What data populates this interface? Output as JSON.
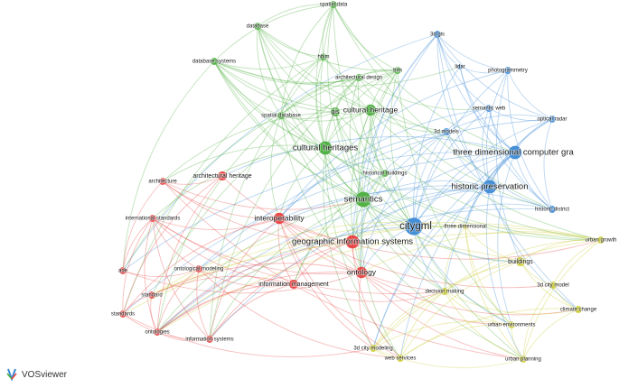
{
  "app": {
    "name": "VOSviewer",
    "logo_icon": "vosviewer-logo-icon"
  },
  "clusters": {
    "red": "#e8403f",
    "green": "#4caf3e",
    "blue": "#3d8ad6",
    "yellow": "#c9c928"
  },
  "nodes": [
    {
      "id": "spatial-data",
      "label": "spatial data",
      "cluster": "green",
      "weight": 2
    },
    {
      "id": "database",
      "label": "database",
      "cluster": "green",
      "weight": 2
    },
    {
      "id": "3d-gis",
      "label": "3d gis",
      "cluster": "blue",
      "weight": 2
    },
    {
      "id": "database-systems",
      "label": "database systems",
      "cluster": "green",
      "weight": 2
    },
    {
      "id": "hbim",
      "label": "hbim",
      "cluster": "green",
      "weight": 2
    },
    {
      "id": "bim",
      "label": "bim",
      "cluster": "green",
      "weight": 2
    },
    {
      "id": "lidar",
      "label": "lidar",
      "cluster": "blue",
      "weight": 1
    },
    {
      "id": "photogrammetry",
      "label": "photogrammetry",
      "cluster": "blue",
      "weight": 2
    },
    {
      "id": "architectural-design",
      "label": "architectural design",
      "cluster": "green",
      "weight": 2
    },
    {
      "id": "semantic-web",
      "label": "semantic web",
      "cluster": "blue",
      "weight": 2
    },
    {
      "id": "optical-radar",
      "label": "optical radar",
      "cluster": "blue",
      "weight": 2
    },
    {
      "id": "spatial-database",
      "label": "spatial database",
      "cluster": "green",
      "weight": 2
    },
    {
      "id": "gis",
      "label": "gis",
      "cluster": "green",
      "weight": 3
    },
    {
      "id": "cultural-heritage",
      "label": "cultural heritage",
      "cluster": "green",
      "weight": 4
    },
    {
      "id": "3d-models",
      "label": "3d models",
      "cluster": "blue",
      "weight": 2
    },
    {
      "id": "cultural-heritages",
      "label": "cultural heritages",
      "cluster": "green",
      "weight": 5
    },
    {
      "id": "three-dimensional-computer-graphics",
      "label": "three dimensional computer gra",
      "cluster": "blue",
      "weight": 5
    },
    {
      "id": "historical-buildings",
      "label": "historical buildings",
      "cluster": "green",
      "weight": 2
    },
    {
      "id": "architecture",
      "label": "architecture",
      "cluster": "red",
      "weight": 2
    },
    {
      "id": "architectural-heritage",
      "label": "architectural heritage",
      "cluster": "red",
      "weight": 3
    },
    {
      "id": "historic-preservation",
      "label": "historic preservation",
      "cluster": "blue",
      "weight": 5
    },
    {
      "id": "semantics",
      "label": "semantics",
      "cluster": "green",
      "weight": 6
    },
    {
      "id": "historic-district",
      "label": "historic district",
      "cluster": "blue",
      "weight": 2
    },
    {
      "id": "international-standards",
      "label": "international standards",
      "cluster": "red",
      "weight": 2
    },
    {
      "id": "interoperability",
      "label": "interoperability",
      "cluster": "red",
      "weight": 4
    },
    {
      "id": "citygml",
      "label": "citygml",
      "cluster": "blue",
      "weight": 7
    },
    {
      "id": "three-dimensional",
      "label": "three dimensional",
      "cluster": "yellow",
      "weight": 1
    },
    {
      "id": "urban-growth",
      "label": "urban growth",
      "cluster": "yellow",
      "weight": 2
    },
    {
      "id": "geographic-information-systems",
      "label": "geographic information systems",
      "cluster": "red",
      "weight": 5
    },
    {
      "id": "ade",
      "label": "ade",
      "cluster": "red",
      "weight": 2
    },
    {
      "id": "ontological-modeling",
      "label": "ontological modeling",
      "cluster": "red",
      "weight": 2
    },
    {
      "id": "ontology",
      "label": "ontology",
      "cluster": "red",
      "weight": 4
    },
    {
      "id": "buildings",
      "label": "buildings",
      "cluster": "yellow",
      "weight": 3
    },
    {
      "id": "information-management",
      "label": "information management",
      "cluster": "red",
      "weight": 3
    },
    {
      "id": "3d-city-model",
      "label": "3d city model",
      "cluster": "yellow",
      "weight": 2
    },
    {
      "id": "standard",
      "label": "standard",
      "cluster": "red",
      "weight": 2
    },
    {
      "id": "decision-making",
      "label": "decision making",
      "cluster": "yellow",
      "weight": 2
    },
    {
      "id": "climate-change",
      "label": "climate change",
      "cluster": "yellow",
      "weight": 2
    },
    {
      "id": "standards",
      "label": "standards",
      "cluster": "red",
      "weight": 2
    },
    {
      "id": "urban-environments",
      "label": "urban environments",
      "cluster": "yellow",
      "weight": 2
    },
    {
      "id": "ontologies",
      "label": "ontologies",
      "cluster": "red",
      "weight": 2
    },
    {
      "id": "information-systems",
      "label": "information systems",
      "cluster": "red",
      "weight": 2
    },
    {
      "id": "3d-city-modeling",
      "label": "3d city modeling",
      "cluster": "yellow",
      "weight": 2
    },
    {
      "id": "web-services",
      "label": "web services",
      "cluster": "yellow",
      "weight": 2
    },
    {
      "id": "urban-planning",
      "label": "urban planning",
      "cluster": "yellow",
      "weight": 2
    }
  ]
}
